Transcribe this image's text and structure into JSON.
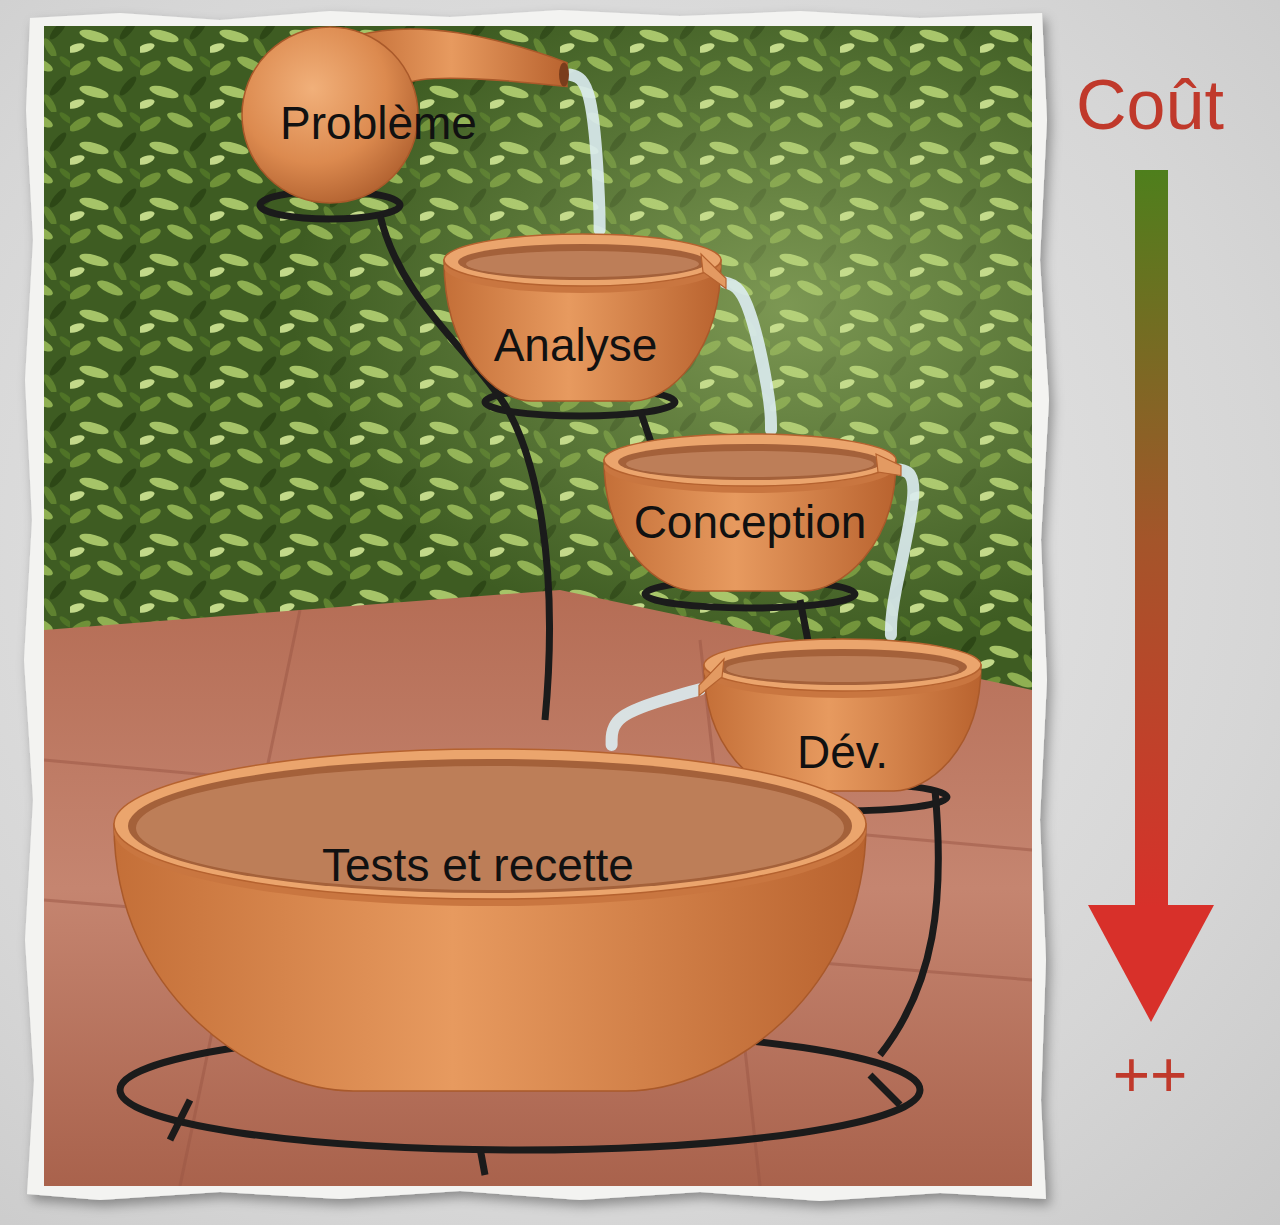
{
  "diagram": {
    "nodes": [
      {
        "text": [
          "Problème"
        ]
      },
      {
        "text": [
          "Analyse"
        ]
      },
      {
        "text": [
          "Conception"
        ]
      },
      {
        "text": [
          "Dév."
        ]
      },
      {
        "text": [
          "Tests et recette"
        ]
      }
    ],
    "edges": [
      {
        "from": 0,
        "to": 1,
        "arrow": "none"
      },
      {
        "from": 1,
        "to": 2,
        "arrow": "none"
      },
      {
        "from": 2,
        "to": 3,
        "arrow": "none"
      },
      {
        "from": 3,
        "to": 4,
        "arrow": "none"
      }
    ],
    "labels": [
      "Coût",
      "++"
    ]
  }
}
